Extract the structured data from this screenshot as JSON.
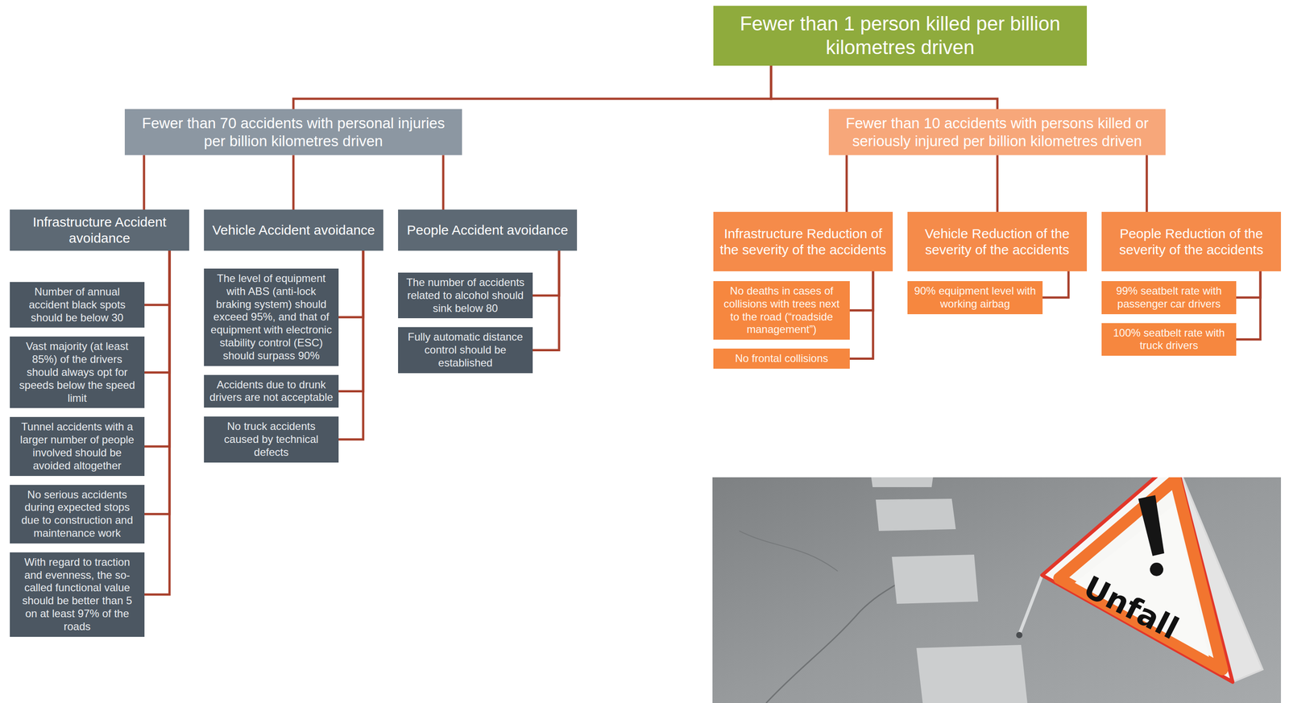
{
  "diagram": {
    "nodes": [
      {
        "text": [
          "Fewer than 1 person killed per billion kilometres driven"
        ]
      },
      {
        "text": [
          "Fewer than 70 accidents with personal injuries per billion kilometres driven"
        ]
      },
      {
        "text": [
          "Fewer than 10 accidents with persons killed or seriously injured per billion kilometres driven"
        ]
      },
      {
        "text": [
          "Infrastructure Accident avoidance"
        ]
      },
      {
        "text": [
          "Vehicle Accident avoidance"
        ]
      },
      {
        "text": [
          "People Accident avoidance"
        ]
      },
      {
        "text": [
          "Number of annual accident black spots should be below 30"
        ]
      },
      {
        "text": [
          "Vast majority (at least 85%) of the drivers should always opt for speeds below the speed limit"
        ]
      },
      {
        "text": [
          "Tunnel accidents with a larger number of people involved should be avoided altogether"
        ]
      },
      {
        "text": [
          "No serious accidents during expected stops due to construction and maintenance work"
        ]
      },
      {
        "text": [
          "With regard to traction and evenness, the so-called functional value should be better than 5 on at least 97% of the roads"
        ]
      },
      {
        "text": [
          "The level of equipment with ABS (anti-lock braking system) should exceed 95%, and that of equipment with electronic stability control (ESC) should surpass 90%"
        ]
      },
      {
        "text": [
          "Accidents due to drunk drivers are not acceptable"
        ]
      },
      {
        "text": [
          "No truck accidents caused by technical defects"
        ]
      },
      {
        "text": [
          "The number of accidents related to alcohol should sink below 80"
        ]
      },
      {
        "text": [
          "Fully automatic distance control should be established"
        ]
      },
      {
        "text": [
          "Infrastructure Reduction of the severity of the accidents"
        ]
      },
      {
        "text": [
          "Vehicle Reduction of the severity of the accidents"
        ]
      },
      {
        "text": [
          "People Reduction of the severity of the accidents"
        ]
      },
      {
        "text": [
          "No deaths in cases of collisions with trees next to the road (“roadside management”)"
        ]
      },
      {
        "text": [
          "No frontal collisions"
        ]
      },
      {
        "text": [
          "90% equipment level with working airbag"
        ]
      },
      {
        "text": [
          "99% seatbelt rate with passenger car drivers"
        ]
      },
      {
        "text": [
          "100% seatbelt rate with truck drivers"
        ]
      }
    ],
    "edges": [
      {
        "from": 0,
        "to": 1,
        "arrow": "none"
      },
      {
        "from": 0,
        "to": 2,
        "arrow": "none"
      },
      {
        "from": 1,
        "to": 3,
        "arrow": "none"
      },
      {
        "from": 1,
        "to": 4,
        "arrow": "none"
      },
      {
        "from": 1,
        "to": 5,
        "arrow": "none"
      },
      {
        "from": 3,
        "to": 6,
        "arrow": "none"
      },
      {
        "from": 3,
        "to": 7,
        "arrow": "none"
      },
      {
        "from": 3,
        "to": 8,
        "arrow": "none"
      },
      {
        "from": 3,
        "to": 9,
        "arrow": "none"
      },
      {
        "from": 3,
        "to": 10,
        "arrow": "none"
      },
      {
        "from": 4,
        "to": 11,
        "arrow": "none"
      },
      {
        "from": 4,
        "to": 12,
        "arrow": "none"
      },
      {
        "from": 4,
        "to": 13,
        "arrow": "none"
      },
      {
        "from": 5,
        "to": 14,
        "arrow": "none"
      },
      {
        "from": 5,
        "to": 15,
        "arrow": "none"
      },
      {
        "from": 2,
        "to": 16,
        "arrow": "none"
      },
      {
        "from": 2,
        "to": 17,
        "arrow": "none"
      },
      {
        "from": 2,
        "to": 18,
        "arrow": "none"
      },
      {
        "from": 16,
        "to": 19,
        "arrow": "none"
      },
      {
        "from": 16,
        "to": 20,
        "arrow": "none"
      },
      {
        "from": 17,
        "to": 21,
        "arrow": "none"
      },
      {
        "from": 18,
        "to": 22,
        "arrow": "none"
      },
      {
        "from": 18,
        "to": 23,
        "arrow": "none"
      }
    ],
    "labels": [
      "Unfall"
    ]
  }
}
